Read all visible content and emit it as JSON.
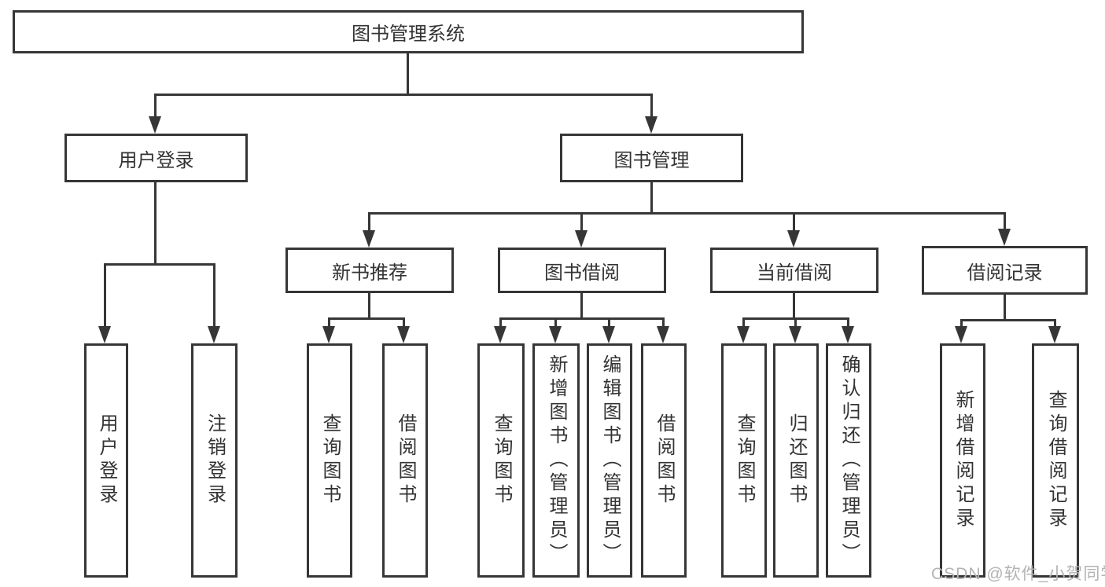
{
  "diagram": {
    "title": "图书管理系统",
    "type": "function-tree",
    "colors": {
      "line": "#363636",
      "text": "#333333",
      "background": "#ffffff",
      "watermark": "#b3b3b3"
    },
    "root": {
      "label": "图书管理系统"
    },
    "level2": [
      {
        "id": "user-login",
        "label": "用户登录"
      },
      {
        "id": "book-management",
        "label": "图书管理"
      }
    ],
    "user_login_children": [
      {
        "label": "用户登录"
      },
      {
        "label": "注销登录"
      }
    ],
    "book_management_children": [
      {
        "label": "新书推荐",
        "children": [
          {
            "label": "查询图书"
          },
          {
            "label": "借阅图书"
          }
        ]
      },
      {
        "label": "图书借阅",
        "children": [
          {
            "label": "查询图书"
          },
          {
            "label": "新增图书（管理员）"
          },
          {
            "label": "编辑图书（管理员）"
          },
          {
            "label": "借阅图书"
          }
        ]
      },
      {
        "label": "当前借阅",
        "children": [
          {
            "label": "查询图书"
          },
          {
            "label": "归还图书"
          },
          {
            "label": "确认归还（管理员）"
          }
        ]
      },
      {
        "label": "借阅记录",
        "children": [
          {
            "label": "新增借阅记录"
          },
          {
            "label": "查询借阅记录"
          }
        ]
      }
    ],
    "watermark": "CSDN @软件_小贺同学"
  }
}
